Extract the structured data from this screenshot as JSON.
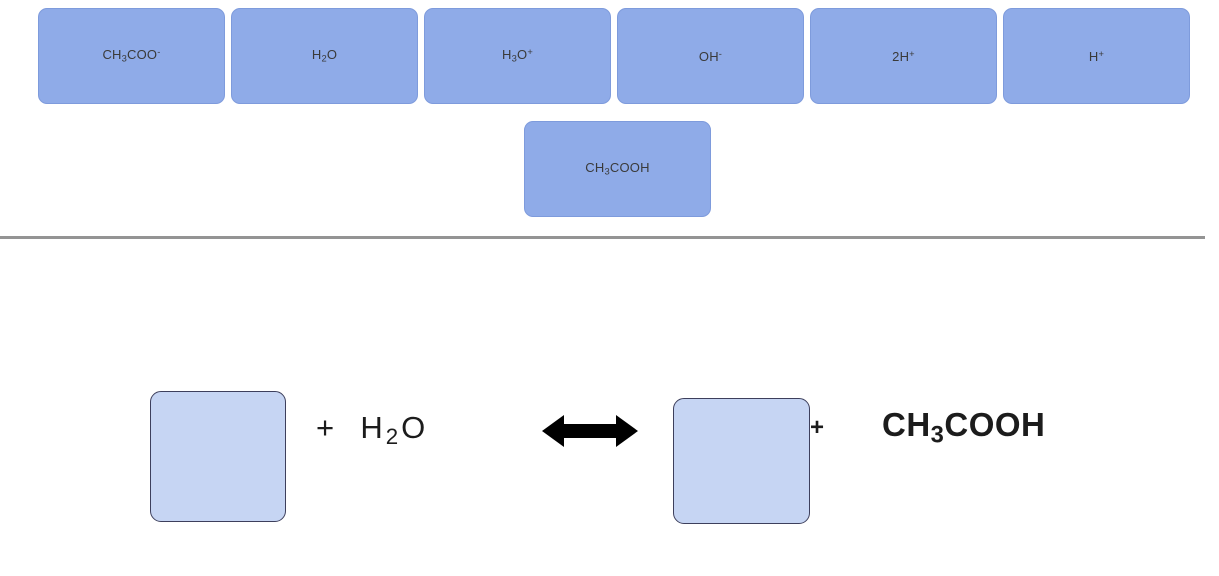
{
  "source_bank": {
    "row1": [
      {
        "name": "acetate-ion",
        "html": "CH<sub>3</sub>COO<sup>-</sup>"
      },
      {
        "name": "water",
        "html": "H<sub>2</sub>O"
      },
      {
        "name": "hydronium-ion",
        "html": "H<sub>3</sub>O<sup>+</sup>"
      },
      {
        "name": "hydroxide-ion",
        "html": "OH<sup>-</sup>"
      },
      {
        "name": "two-protons",
        "html": "2H<sup>+</sup>"
      },
      {
        "name": "proton",
        "html": "H<sup>+</sup>"
      }
    ],
    "row2": [
      {
        "name": "acetic-acid",
        "html": "CH<sub>3</sub>COOH"
      }
    ]
  },
  "equation": {
    "reactant_drop_zone_value": "",
    "reactant_plus": "+",
    "reactant_second_html": "H<sub>2</sub>O",
    "arrow_icon": "double-headed-arrow-icon",
    "product_drop_zone_value": "",
    "product_plus": "+",
    "product_second_html": "CH<sub>3</sub>COOH"
  },
  "colors": {
    "source_tile_fill": "#8FABE8",
    "source_tile_border": "#7E9BDC",
    "drop_zone_fill": "#C6D5F3",
    "drop_zone_border": "#3D3F5C",
    "divider": "#949494",
    "arrow": "#000000",
    "text": "#1C1C1C",
    "background": "#FFFFFF"
  }
}
